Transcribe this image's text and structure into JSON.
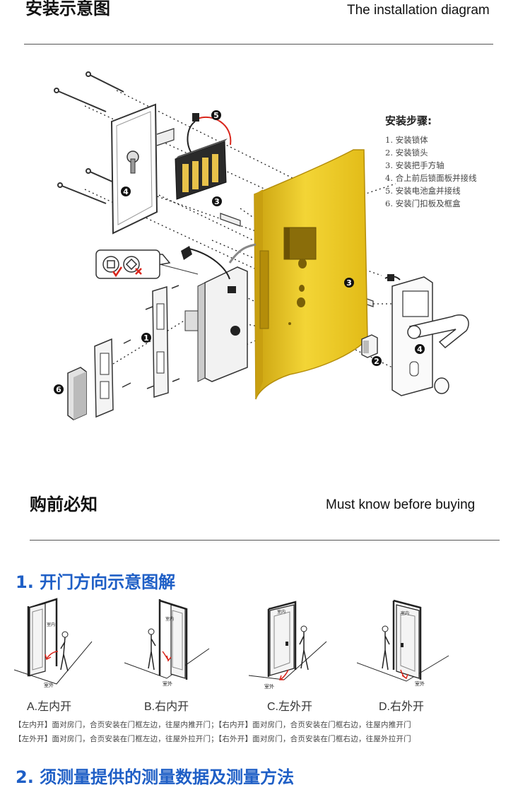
{
  "install_section": {
    "title_cn": "安装示意图",
    "title_en": "The installation diagram"
  },
  "install_steps": {
    "title": "安装步骤:",
    "items": [
      "1. 安装锁体",
      "2. 安装锁头",
      "3. 安装把手方轴",
      "4. 合上前后锁面板并接线",
      "5. 安装电池盒并接线",
      "6. 安装门扣板及框盒"
    ]
  },
  "diagram_callouts": {
    "c1": "1",
    "c2": "2",
    "c3": "3",
    "c3b": "3",
    "c4": "4",
    "c4b": "4",
    "c5": "5",
    "c6": "6"
  },
  "know_section": {
    "title_cn": "购前必知",
    "title_en": "Must know before buying"
  },
  "section1": {
    "title": "1. 开门方向示意图解"
  },
  "doors": [
    {
      "caption": "A.左内开",
      "inside": "室内",
      "outside": "室外"
    },
    {
      "caption": "B.右内开",
      "inside": "室内",
      "outside": "室外"
    },
    {
      "caption": "C.左外开",
      "inside": "室内",
      "outside": "室外"
    },
    {
      "caption": "D.右外开",
      "inside": "室内",
      "outside": "室外"
    }
  ],
  "notes": [
    "【左内开】面对房门，合页安装在门框左边，往屋内推开门；【右内开】面对房门，合页安装在门框右边，往屋内推开门",
    "【左外开】面对房门，合页安装在门框左边，往屋外拉开门；【右外开】面对房门，合页安装在门框右边，往屋外拉开门"
  ],
  "section2": {
    "title": "2. 须测量提供的测量数据及测量方法"
  },
  "colors": {
    "door_gold": "#e7c21a",
    "accent_blue": "#1f5fc6",
    "red_mark": "#d9261c"
  }
}
